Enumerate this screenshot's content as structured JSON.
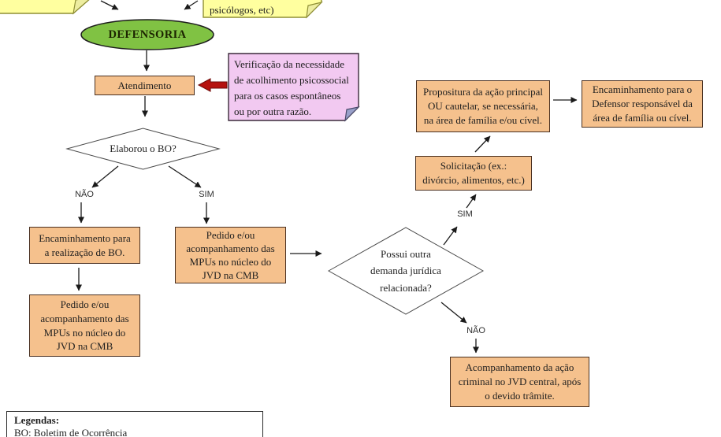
{
  "colors": {
    "ellipse_green": "#80c243",
    "box_orange": "#f5c18d",
    "note_yellow": "#ffff9f",
    "note_pink": "#f2c9f1",
    "red_arrow": "#b5120f",
    "connector": "#1a1a1a"
  },
  "notes": {
    "top_right": "psicólogos, etc)",
    "verification": [
      "Verificação da necessidade",
      "de acolhimento psicossocial",
      "para os casos espontâneos",
      "ou por outra razão."
    ]
  },
  "start": {
    "label": "DEFENSORIA"
  },
  "nodes": {
    "atendimento": "Atendimento",
    "encaminhamento_bo": [
      "Encaminhamento para",
      "a realização de BO."
    ],
    "pedido_mpu_esq": [
      "Pedido e/ou",
      "acompanhamento das",
      "MPUs no núcleo do",
      "JVD na CMB"
    ],
    "pedido_mpu_centro": [
      "Pedido e/ou",
      "acompanhamento das",
      "MPUs no núcleo do",
      "JVD na CMB"
    ],
    "solicitacao": [
      "Solicitação (ex.:",
      "divórcio, alimentos, etc.)"
    ],
    "propositura": [
      "Propositura da ação principal",
      "OU cautelar, se necessária,",
      "na área de família e/ou cível."
    ],
    "defensor": [
      "Encaminhamento para o",
      "Defensor responsável da",
      "área de família ou cível."
    ],
    "acompanhamento_criminal": [
      "Acompanhamento da ação",
      "criminal no JVD central, após",
      "o devido trâmite."
    ]
  },
  "decisions": {
    "elaborou_bo": "Elaborou o BO?",
    "possui_demanda": [
      "Possui outra",
      "demanda jurídica",
      "relacionada?"
    ]
  },
  "branch_labels": {
    "d1_nao": "NÃO",
    "d1_sim": "SIM",
    "d2_sim": "SIM",
    "d2_nao": "NÃO"
  },
  "legend": {
    "title": "Legendas:",
    "line1": "BO: Boletim de Ocorrência"
  }
}
